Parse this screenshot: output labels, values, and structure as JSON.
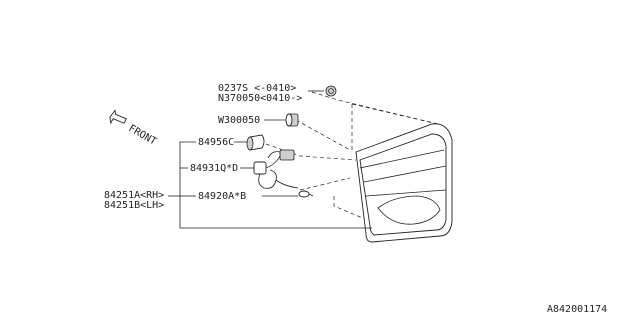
{
  "callouts": {
    "bolt_1": "0237S  <-0410>",
    "bolt_2": "N370050<0410->",
    "washer": "W300050",
    "socket": "84956C",
    "harness": "84931Q*D",
    "bulb": "84920A*B",
    "lamp_rh": "84251A<RH>",
    "lamp_lh": "84251B<LH>"
  },
  "orientation": {
    "label": "FRONT",
    "icon": "front-arrow-icon"
  },
  "diagram_id": "A842001174",
  "colors": {
    "line": "#222222",
    "background": "#ffffff",
    "part_shade": "#cfcfcf"
  }
}
